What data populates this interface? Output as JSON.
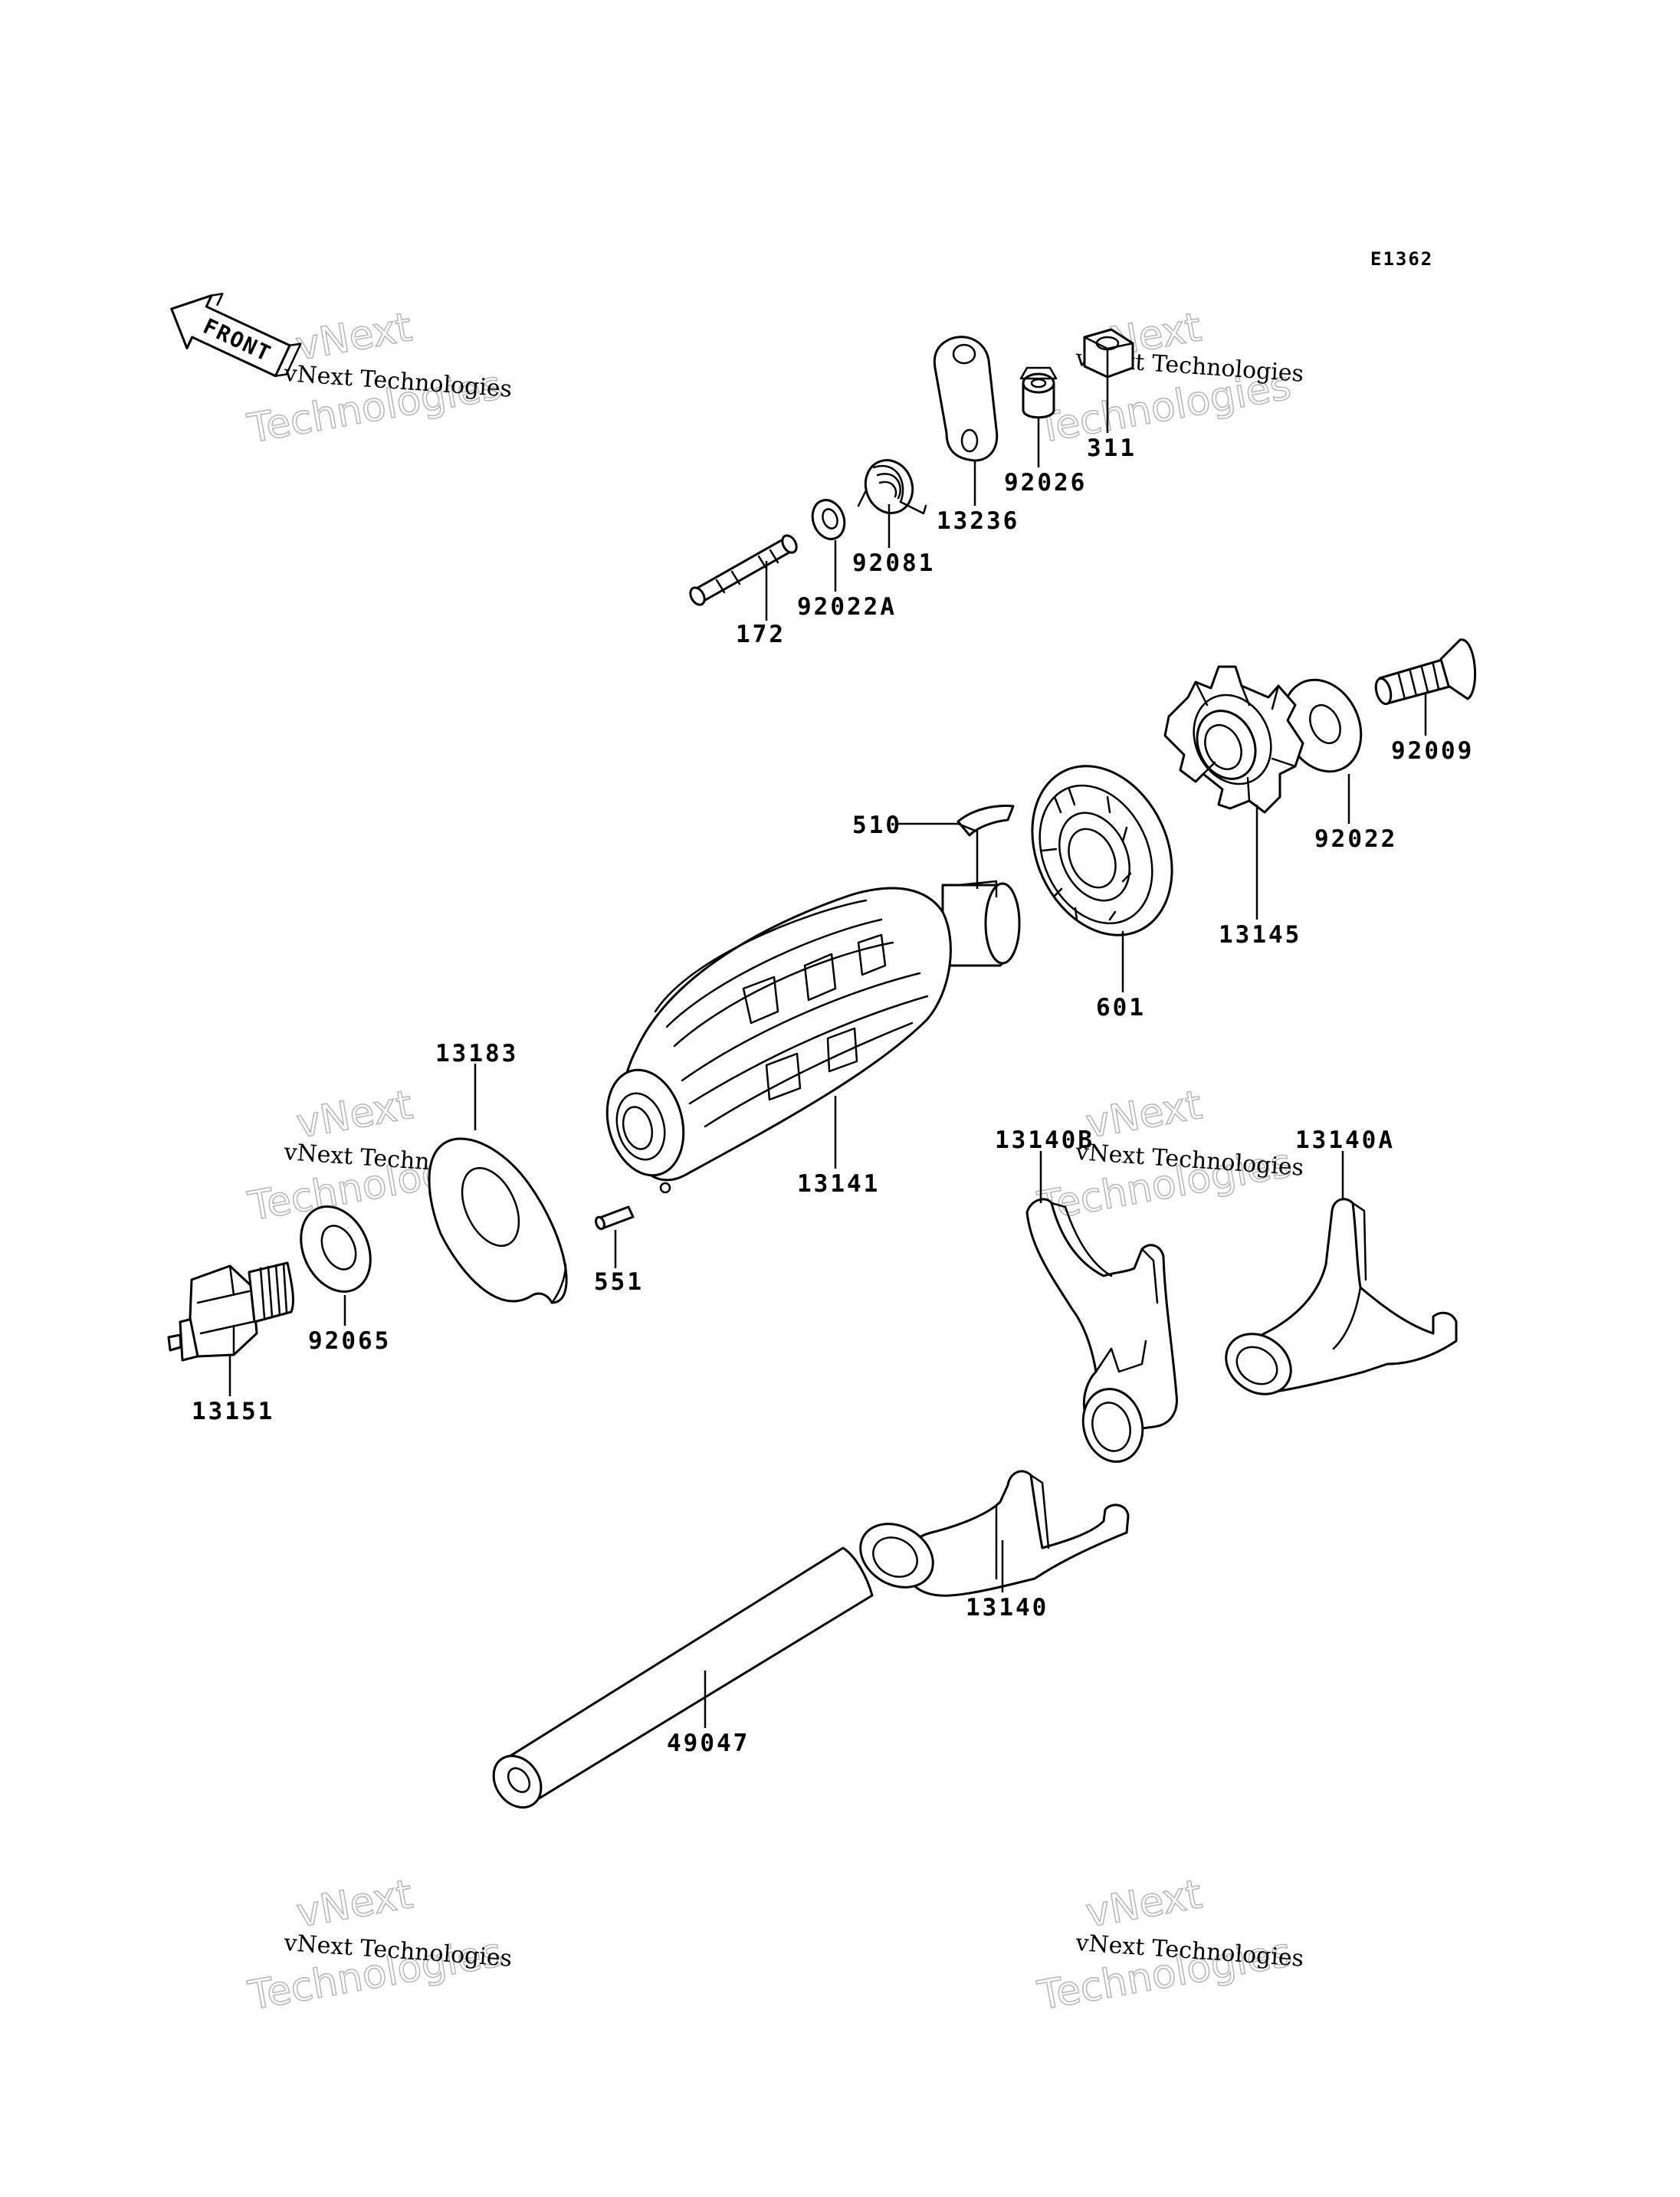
{
  "diagram_code": "E1362",
  "front_indicator": "FRONT",
  "watermark": {
    "small": "vNext Technologies",
    "big_line1": "vNext",
    "big_line2": "Technologies"
  },
  "parts": [
    {
      "id": "172",
      "label": "172"
    },
    {
      "id": "92022A",
      "label": "92022A"
    },
    {
      "id": "92081",
      "label": "92081"
    },
    {
      "id": "13236",
      "label": "13236"
    },
    {
      "id": "92026",
      "label": "92026"
    },
    {
      "id": "311",
      "label": "311"
    },
    {
      "id": "92009",
      "label": "92009"
    },
    {
      "id": "92022",
      "label": "92022"
    },
    {
      "id": "13145",
      "label": "13145"
    },
    {
      "id": "510",
      "label": "510"
    },
    {
      "id": "601",
      "label": "601"
    },
    {
      "id": "13183",
      "label": "13183"
    },
    {
      "id": "13141",
      "label": "13141"
    },
    {
      "id": "551",
      "label": "551"
    },
    {
      "id": "92065",
      "label": "92065"
    },
    {
      "id": "13151",
      "label": "13151"
    },
    {
      "id": "13140B",
      "label": "13140B"
    },
    {
      "id": "13140A",
      "label": "13140A"
    },
    {
      "id": "13140",
      "label": "13140"
    },
    {
      "id": "49047",
      "label": "49047"
    }
  ]
}
